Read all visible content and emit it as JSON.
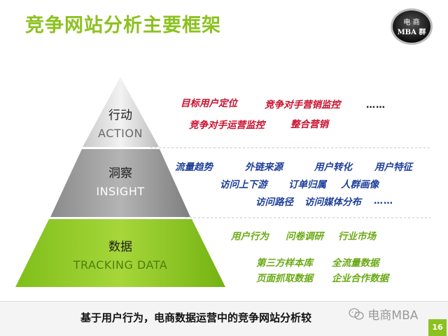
{
  "slide_title": "竞争网站分析主要框架",
  "logo": {
    "line1": "电 商",
    "line2": "MBA 群"
  },
  "tiers": [
    {
      "cn": "行动",
      "en": "ACTION"
    },
    {
      "cn": "洞察",
      "en": "INSIGHT"
    },
    {
      "cn": "数据",
      "en": "TRACKING DATA"
    }
  ],
  "action_items": [
    "目标用户定位",
    "竞争对手营销监控",
    "竞争对手运营监控",
    "整合营销"
  ],
  "action_more": "……",
  "insight_items": [
    "流量趋势",
    "外链来源",
    "用户转化",
    "用户特征",
    "访问上下游",
    "订单归属",
    "人群画像",
    "访问路径",
    "访问媒体分布"
  ],
  "insight_more": "……",
  "data_items": [
    "用户行为",
    "问卷调研",
    "行业市场",
    "第三方样本库",
    "全流量数据",
    "页面抓取数据",
    "企业合作数据"
  ],
  "footer_text": "基于用户行为，电商数据运营中的竞争网站分析较",
  "watermark": "电商MBA",
  "page_number": "16",
  "colors": {
    "accent": "#8cc21f",
    "red": "#c8102e",
    "blue": "#1e3f9a"
  }
}
